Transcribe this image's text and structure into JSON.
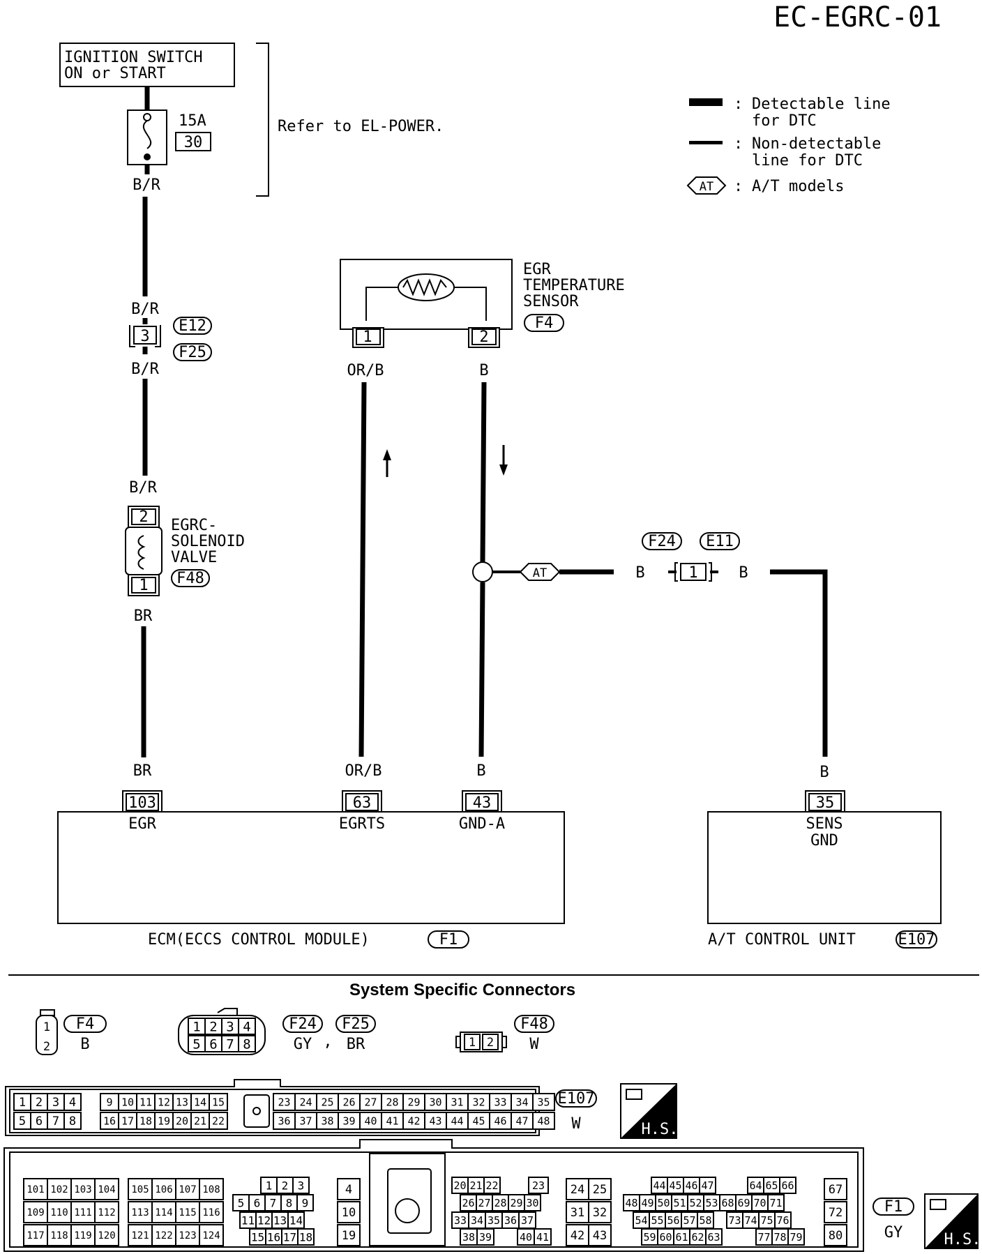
{
  "page_code": "EC-EGRC-01",
  "legend": {
    "detectable_1": "Detectable line",
    "detectable_2": "for DTC",
    "nondetectable_1": "Non-detectable",
    "nondetectable_2": "line for DTC",
    "at_symbol": "AT",
    "at_text": "A/T models",
    "sep": ":"
  },
  "power": {
    "ignition_1": "IGNITION SWITCH",
    "ignition_2": "ON or START",
    "fuse_amp": "15A",
    "fuse_no": "30",
    "refer": "Refer to EL-POWER."
  },
  "wires": {
    "br_r": "B/R",
    "br": "BR",
    "or_b": "OR/B",
    "b": "B"
  },
  "connectors": {
    "e12": "E12",
    "f25": "F25",
    "f4": "F4",
    "f48": "F48",
    "f24": "F24",
    "e11": "E11",
    "f1": "F1",
    "e107": "E107"
  },
  "pins": {
    "p3": "3",
    "p1": "1",
    "p2": "2",
    "p103": "103",
    "p63": "63",
    "p43": "43",
    "p35": "35"
  },
  "components": {
    "egr_sensor_1": "EGR",
    "egr_sensor_2": "TEMPERATURE",
    "egr_sensor_3": "SENSOR",
    "solenoid_1": "EGRC-",
    "solenoid_2": "SOLENOID",
    "solenoid_3": "VALVE",
    "ecm_name": "ECM(ECCS CONTROL MODULE)",
    "tcu_name": "A/T CONTROL UNIT",
    "term_egr": "EGR",
    "term_egrts": "EGRTS",
    "term_gnda": "GND-A",
    "term_sens": "SENS",
    "term_gnd": "GND"
  },
  "connector_section": {
    "title": "System Specific Connectors",
    "f4_color": "B",
    "f24_color": "GY",
    "f25_color": "BR",
    "comma": ",",
    "f48_color": "W",
    "e107_color": "W",
    "f1_color": "GY",
    "hs": "H.S.",
    "e107_row1": [
      "1",
      "2",
      "3",
      "4",
      "9",
      "10",
      "11",
      "12",
      "13",
      "14",
      "15",
      "23",
      "24",
      "25",
      "26",
      "27",
      "28",
      "29",
      "30",
      "31",
      "32",
      "33",
      "34",
      "35"
    ],
    "e107_row2": [
      "5",
      "6",
      "7",
      "8",
      "16",
      "17",
      "18",
      "19",
      "20",
      "21",
      "22",
      "36",
      "37",
      "38",
      "39",
      "40",
      "41",
      "42",
      "43",
      "44",
      "45",
      "46",
      "47",
      "48"
    ],
    "f1_g1": [
      "101",
      "102",
      "103",
      "104",
      "109",
      "110",
      "111",
      "112",
      "117",
      "118",
      "119",
      "120"
    ],
    "f1_g2": [
      "105",
      "106",
      "107",
      "108",
      "113",
      "114",
      "115",
      "116",
      "121",
      "122",
      "123",
      "124"
    ],
    "f1_g3_r1": [
      "1",
      "2",
      "3"
    ],
    "f1_g3_r2": [
      "5",
      "6",
      "7",
      "8",
      "9"
    ],
    "f1_g3_r3": [
      "11",
      "12",
      "13",
      "14"
    ],
    "f1_g3_r4": [
      "15",
      "16",
      "17",
      "18"
    ],
    "f1_g4": [
      "4",
      "10",
      "19"
    ],
    "f1_g5_r1": [
      "20",
      "21",
      "22",
      "23"
    ],
    "f1_g5_r2": [
      "26",
      "27",
      "28",
      "29",
      "30"
    ],
    "f1_g5_r3": [
      "33",
      "34",
      "35",
      "36",
      "37"
    ],
    "f1_g5_r4": [
      "38",
      "39",
      "40",
      "41"
    ],
    "f1_g6": [
      "24",
      "25",
      "31",
      "32",
      "42",
      "43"
    ],
    "f1_g7_r1": [
      "44",
      "45",
      "46",
      "47",
      "64",
      "65",
      "66"
    ],
    "f1_g7_r2": [
      "48",
      "49",
      "50",
      "51",
      "52",
      "53",
      "68",
      "69",
      "70",
      "71"
    ],
    "f1_g7_r3": [
      "54",
      "55",
      "56",
      "57",
      "58",
      "73",
      "74",
      "75",
      "76"
    ],
    "f1_g7_r4": [
      "59",
      "60",
      "61",
      "62",
      "63",
      "77",
      "78",
      "79"
    ],
    "f1_g8": [
      "67",
      "72",
      "80"
    ]
  }
}
